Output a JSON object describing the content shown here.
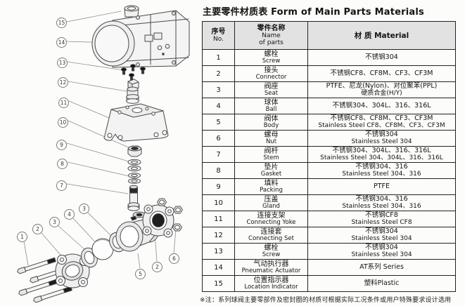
{
  "title": "主要零件材质表 Form of Main Parts Materials",
  "table": {
    "headers": {
      "no": [
        "序号",
        "No."
      ],
      "name": [
        "零件名称",
        "Name",
        "of parts"
      ],
      "material": "材 质 Material"
    },
    "rows": [
      {
        "no": "1",
        "name_cn": "螺栓",
        "name_en": "Screw",
        "material": [
          "不锈钢304"
        ]
      },
      {
        "no": "2",
        "name_cn": "接头",
        "name_en": "Connector",
        "material": [
          "不锈钢CF8、CF8M、CF3、CF3M"
        ]
      },
      {
        "no": "3",
        "name_cn": "阀座",
        "name_en": "Seat",
        "material": [
          "PTFE、尼龙(Nylon)、对位聚苯(PPL)",
          "硬质合金(H/Y)"
        ]
      },
      {
        "no": "4",
        "name_cn": "球体",
        "name_en": "Ball",
        "material": [
          "不锈钢304、304L、316、316L"
        ]
      },
      {
        "no": "5",
        "name_cn": "阀体",
        "name_en": "Body",
        "material": [
          "不锈钢CF8、CF8M、CF3、CF3M",
          "Stainless Steel CF8、CF8M、CF3、CF3M"
        ]
      },
      {
        "no": "6",
        "name_cn": "螺母",
        "name_en": "Nut",
        "material": [
          "不锈钢304",
          "Stainless Steel 304"
        ]
      },
      {
        "no": "7",
        "name_cn": "阀杆",
        "name_en": "Stem",
        "material": [
          "不锈钢304、304L、316、316L",
          "Stainless Steel 304、304L、316、316L"
        ]
      },
      {
        "no": "8",
        "name_cn": "垫片",
        "name_en": "Gasket",
        "material": [
          "不锈钢304、316",
          "Stainless Steel 304、316"
        ]
      },
      {
        "no": "9",
        "name_cn": "填料",
        "name_en": "Packing",
        "material": [
          "PTFE"
        ]
      },
      {
        "no": "10",
        "name_cn": "压盖",
        "name_en": "Gland",
        "material": [
          "不锈钢304、316",
          "Stainless Steel 304、316"
        ]
      },
      {
        "no": "11",
        "name_cn": "连接支架",
        "name_en": "Connecting Yoke",
        "material": [
          "不锈钢CF8",
          "Stainless Steel CF8"
        ]
      },
      {
        "no": "12",
        "name_cn": "连接套",
        "name_en": "Connecting Set",
        "material": [
          "不锈钢304",
          "Stainless Steel 304"
        ]
      },
      {
        "no": "13",
        "name_cn": "螺栓",
        "name_en": "Screw",
        "material": [
          "不锈钢304",
          "Stainless Steel 304"
        ]
      },
      {
        "no": "14",
        "name_cn": "气动执行器",
        "name_en": "Pneumatic Actuator",
        "material": [
          "AT系列 Series"
        ]
      },
      {
        "no": "15",
        "name_cn": "位置指示器",
        "name_en": "Location Indicator",
        "material": [
          "塑料Plastic"
        ]
      }
    ]
  },
  "note": "※注：系列球阀主要零部件及密封圈的材质可根据实际工况条件或用户特殊要求设计选用",
  "diagram": {
    "callouts": [
      "15",
      "14",
      "13",
      "12",
      "11",
      "10",
      "9",
      "8",
      "7",
      "3",
      "4",
      "3",
      "2",
      "1",
      "5",
      "2",
      "6"
    ]
  },
  "colors": {
    "line": "#4a4a4a",
    "header_bg": "#e2e2e2",
    "table_border": "#222222",
    "background": "#fcfcfa",
    "dark_part": "#1d1d1d"
  }
}
